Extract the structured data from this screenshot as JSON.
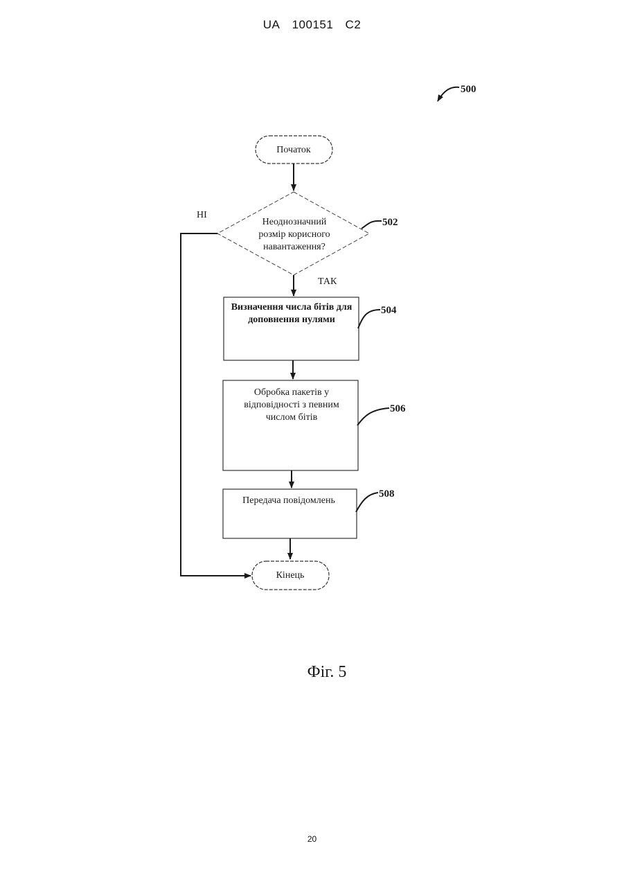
{
  "header": {
    "country": "UA",
    "number": "100151",
    "kind": "C2"
  },
  "figure": {
    "ref": "500",
    "caption": "Фіг. 5",
    "start": "Початок",
    "end": "Кінець",
    "decision": {
      "ref": "502",
      "lines": [
        "Неоднозначний",
        "розмір корисного",
        "навантаження?"
      ],
      "yes": "ТАК",
      "no": "НІ"
    },
    "steps": [
      {
        "ref": "504",
        "lines": [
          "Визначення числа бітів для",
          "доповнення нулями"
        ]
      },
      {
        "ref": "506",
        "lines": [
          "Обробка пакетів у",
          "відповідності з певним",
          "числом бітів"
        ]
      },
      {
        "ref": "508",
        "lines": [
          "Передача повідомлень"
        ]
      }
    ]
  },
  "page_number": "20"
}
